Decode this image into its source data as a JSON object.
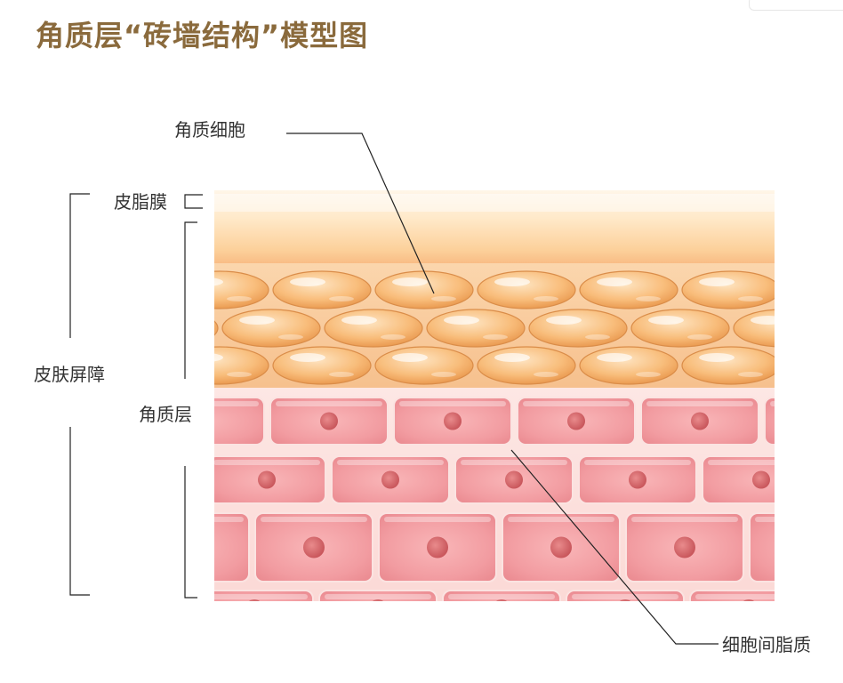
{
  "title": "角质层“砖墙结构”模型图",
  "labels": {
    "corneocyte": "角质细胞",
    "sebum_film": "皮脂膜",
    "skin_barrier": "皮肤屏障",
    "stratum_corneum": "角质层",
    "intercellular_lipid": "细胞间脂质"
  },
  "colors": {
    "title": "#8a6a3c",
    "sebum_top": "#fff1d9",
    "sebum_mid": "#fbc98f",
    "corneocyte": "#f4a257",
    "lipid_band": "#fde8dc",
    "cell_pink": "#f39aa0",
    "cell_nucleus": "#d9676a"
  }
}
